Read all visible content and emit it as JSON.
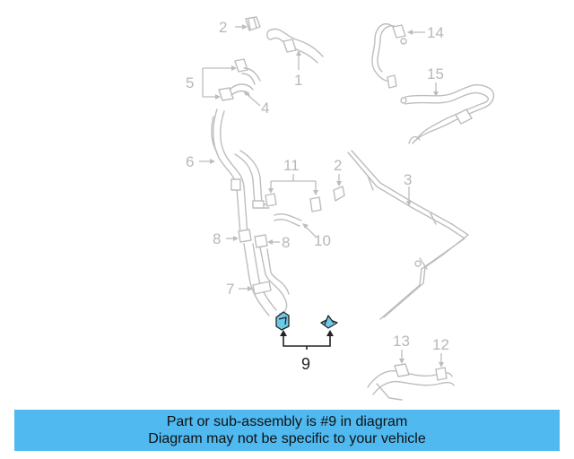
{
  "callouts": {
    "c1": "1",
    "c2a": "2",
    "c2b": "2",
    "c3": "3",
    "c4": "4",
    "c5": "5",
    "c6": "6",
    "c7": "7",
    "c8a": "8",
    "c8b": "8",
    "c9": "9",
    "c10": "10",
    "c11": "11",
    "c12": "12",
    "c13": "13",
    "c14": "14",
    "c15": "15"
  },
  "banner": {
    "line1": "Part or sub-assembly is #9 in diagram",
    "line2": "Diagram may not be specific to your vehicle"
  },
  "colors": {
    "banner_bg": "#4fb9f0",
    "highlight_part": "#6ec9e6",
    "faded_lines": "#bdbdbd"
  }
}
